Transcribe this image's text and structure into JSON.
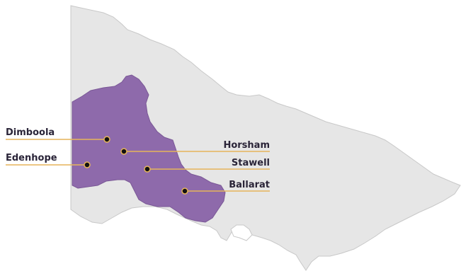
{
  "colors": {
    "state_fill": "#e6e6e6",
    "state_stroke": "#c8c8c8",
    "region_fill": "#8e6aab",
    "region_stroke": "#7a5896",
    "leader_line": "#e6b45a",
    "marker_fill": "#111111",
    "marker_ring": "#e6b45a",
    "label_text": "#2a2438"
  },
  "towns": [
    {
      "id": "dimboola",
      "name": "Dimboola",
      "label_side": "left"
    },
    {
      "id": "edenhope",
      "name": "Edenhope",
      "label_side": "left"
    },
    {
      "id": "horsham",
      "name": "Horsham",
      "label_side": "right"
    },
    {
      "id": "stawell",
      "name": "Stawell",
      "label_side": "right"
    },
    {
      "id": "ballarat",
      "name": "Ballarat",
      "label_side": "right"
    }
  ]
}
